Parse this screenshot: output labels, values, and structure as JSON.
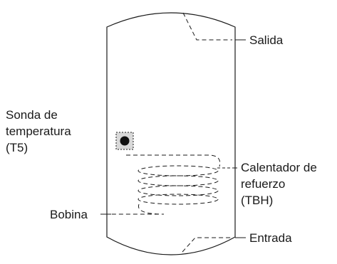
{
  "labels": {
    "outlet": "Salida",
    "inlet": "Entrada",
    "sensor": [
      "Sonda de",
      "temperatura",
      "(T5)"
    ],
    "heater": [
      "Calentador de",
      "refuerzo",
      "(TBH)"
    ],
    "coil": "Bobina"
  },
  "colors": {
    "line": "#1a1a1a",
    "sensor_fill": "#d9d9d9",
    "sensor_dot": "#111111"
  }
}
